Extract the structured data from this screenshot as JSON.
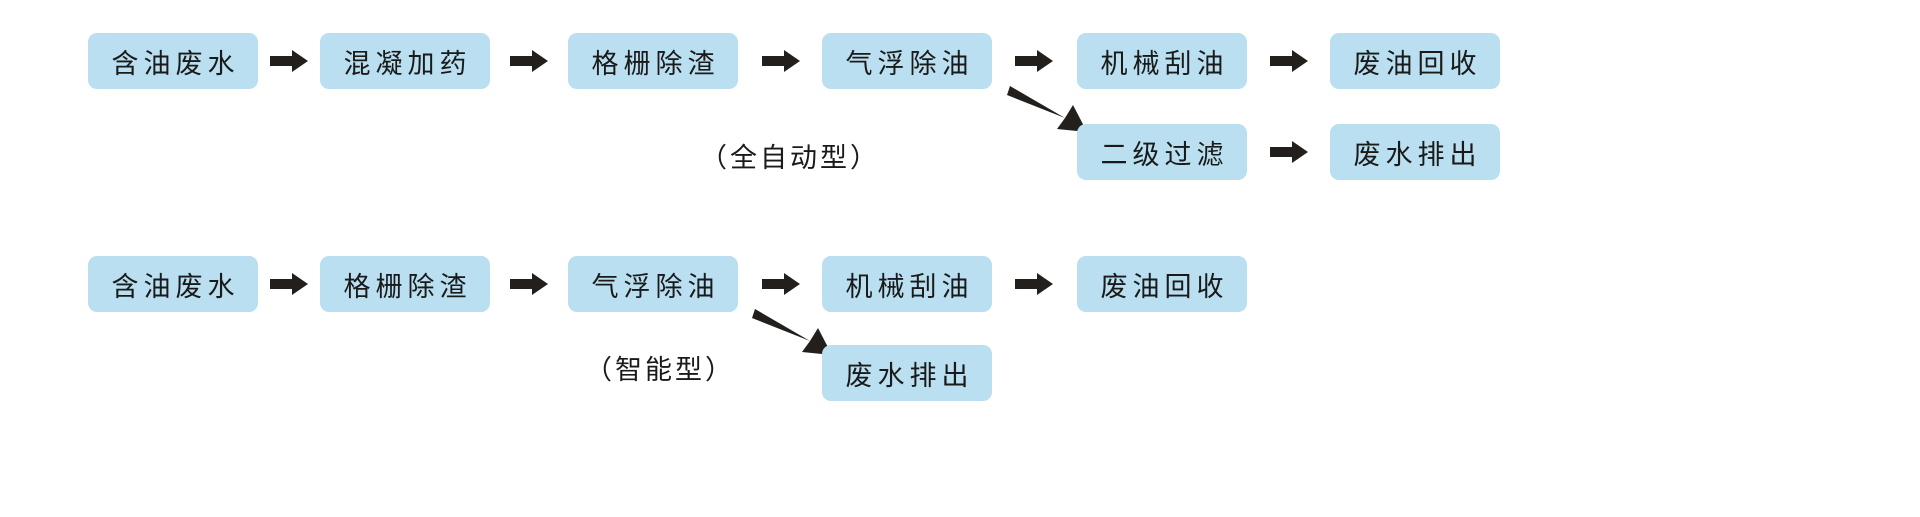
{
  "diagram": {
    "title_present": false,
    "palette": {
      "node_fill": "#b9dff0",
      "text": "#1a1a1a",
      "arrow": "#231f1c",
      "background": "#ffffff"
    },
    "flows": [
      {
        "id": "full-auto",
        "caption": "（全自动型）",
        "main_chain": [
          {
            "label": "含油废水"
          },
          {
            "label": "混凝加药"
          },
          {
            "label": "格栅除渣"
          },
          {
            "label": "气浮除油"
          },
          {
            "label": "机械刮油"
          },
          {
            "label": "废油回收"
          }
        ],
        "branch_chain": [
          {
            "label": "二级过滤"
          },
          {
            "label": "废水排出"
          }
        ],
        "connectors": {
          "straight_count": 5,
          "branch_count": 1,
          "branch_from": "气浮除油",
          "branch_to": "二级过滤",
          "branch_glyph": "arrow-diagonal-down-right"
        }
      },
      {
        "id": "smart",
        "caption": "（智能型）",
        "main_chain": [
          {
            "label": "含油废水"
          },
          {
            "label": "格栅除渣"
          },
          {
            "label": "气浮除油"
          },
          {
            "label": "机械刮油"
          },
          {
            "label": "废油回收"
          }
        ],
        "branch_chain": [
          {
            "label": "废水排出"
          }
        ],
        "connectors": {
          "straight_count": 4,
          "branch_count": 1,
          "branch_from": "气浮除油",
          "branch_to": "废水排出",
          "branch_glyph": "arrow-diagonal-down-right"
        }
      }
    ]
  }
}
